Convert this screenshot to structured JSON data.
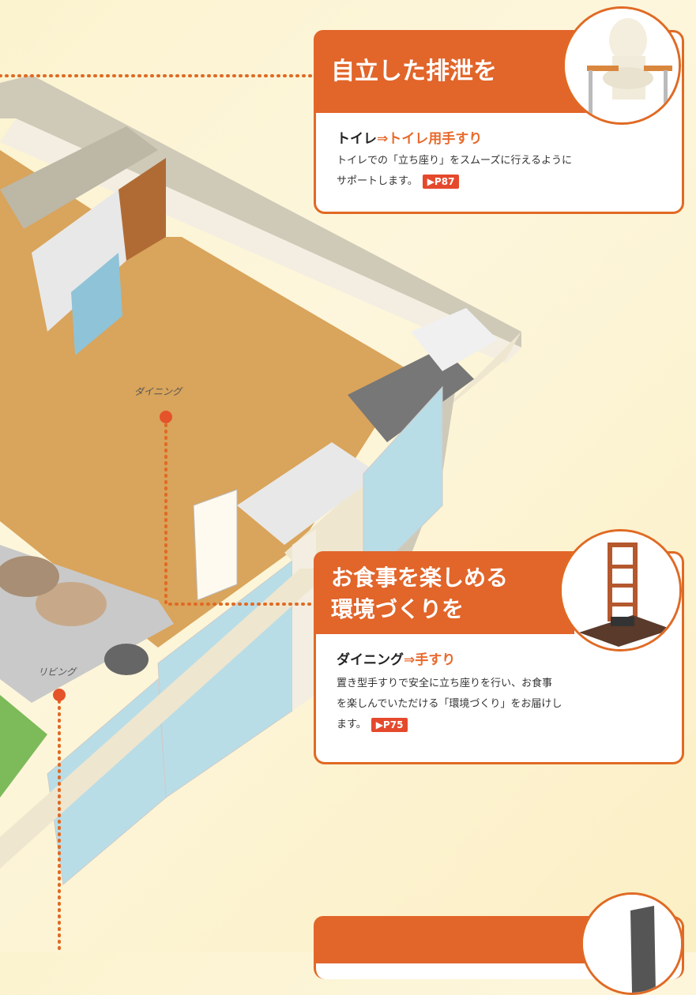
{
  "labels": {
    "dining": "ダイニング",
    "living": "リビング"
  },
  "cards": [
    {
      "title": "自立した排泄を",
      "subtitle_room": "トイレ",
      "subtitle_arrow": "⇒",
      "subtitle_product": "トイレ用手すり",
      "body_lines": [
        "トイレでの「立ち座り」をスムーズに行えるように",
        "サポートします。"
      ],
      "page_ref": "▶P87",
      "photo_icon": "toilet-handrail-icon"
    },
    {
      "title_lines": [
        "お食事を楽しめる",
        "環境づくりを"
      ],
      "subtitle_room": "ダイニング",
      "subtitle_arrow": "⇒",
      "subtitle_product": "手すり",
      "body_lines": [
        "置き型手すりで安全に立ち座りを行い、お食事",
        "を楽しんでいただける「環境づくり」をお届けし",
        "ます。"
      ],
      "page_ref": "▶P75",
      "photo_icon": "standing-handrail-icon"
    }
  ],
  "colors": {
    "accent": "#e2652a",
    "page_bg": "#fbf3cf"
  }
}
